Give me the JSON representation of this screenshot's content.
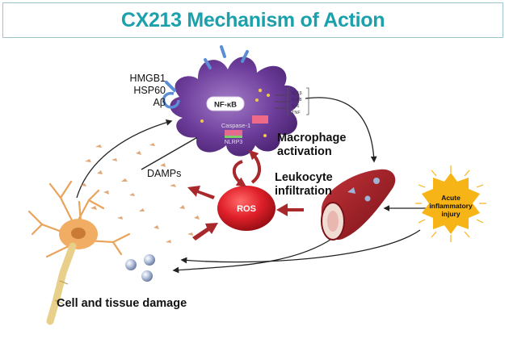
{
  "title": "CX213 Mechanism of Action",
  "macrophage": {
    "damps_list": [
      "HMGB1",
      "HSP60",
      "Aβ"
    ],
    "nfkb": "NF-κB",
    "caspase": "Caspase-1",
    "nlrp3": "NLRP3",
    "cytokines": [
      "IL-1β",
      "IL-18",
      "IL-6",
      "TNF"
    ]
  },
  "labels": {
    "macrophage_activation": "Macrophage activation",
    "leukocyte_infiltration": "Leukocyte infiltration",
    "damps": "DAMPs",
    "ros": "ROS",
    "acute_injury": "Acute inflammatory injury",
    "cell_damage": "Cell and tissue damage"
  },
  "colors": {
    "title": "#1aa1ac",
    "macrophage": "#6a3c96",
    "ros": "#d8202a",
    "red_arrow": "#a8282c",
    "vessel": "#8e1b22",
    "injury": "#f7b416",
    "neuron": "#e9a35a"
  }
}
